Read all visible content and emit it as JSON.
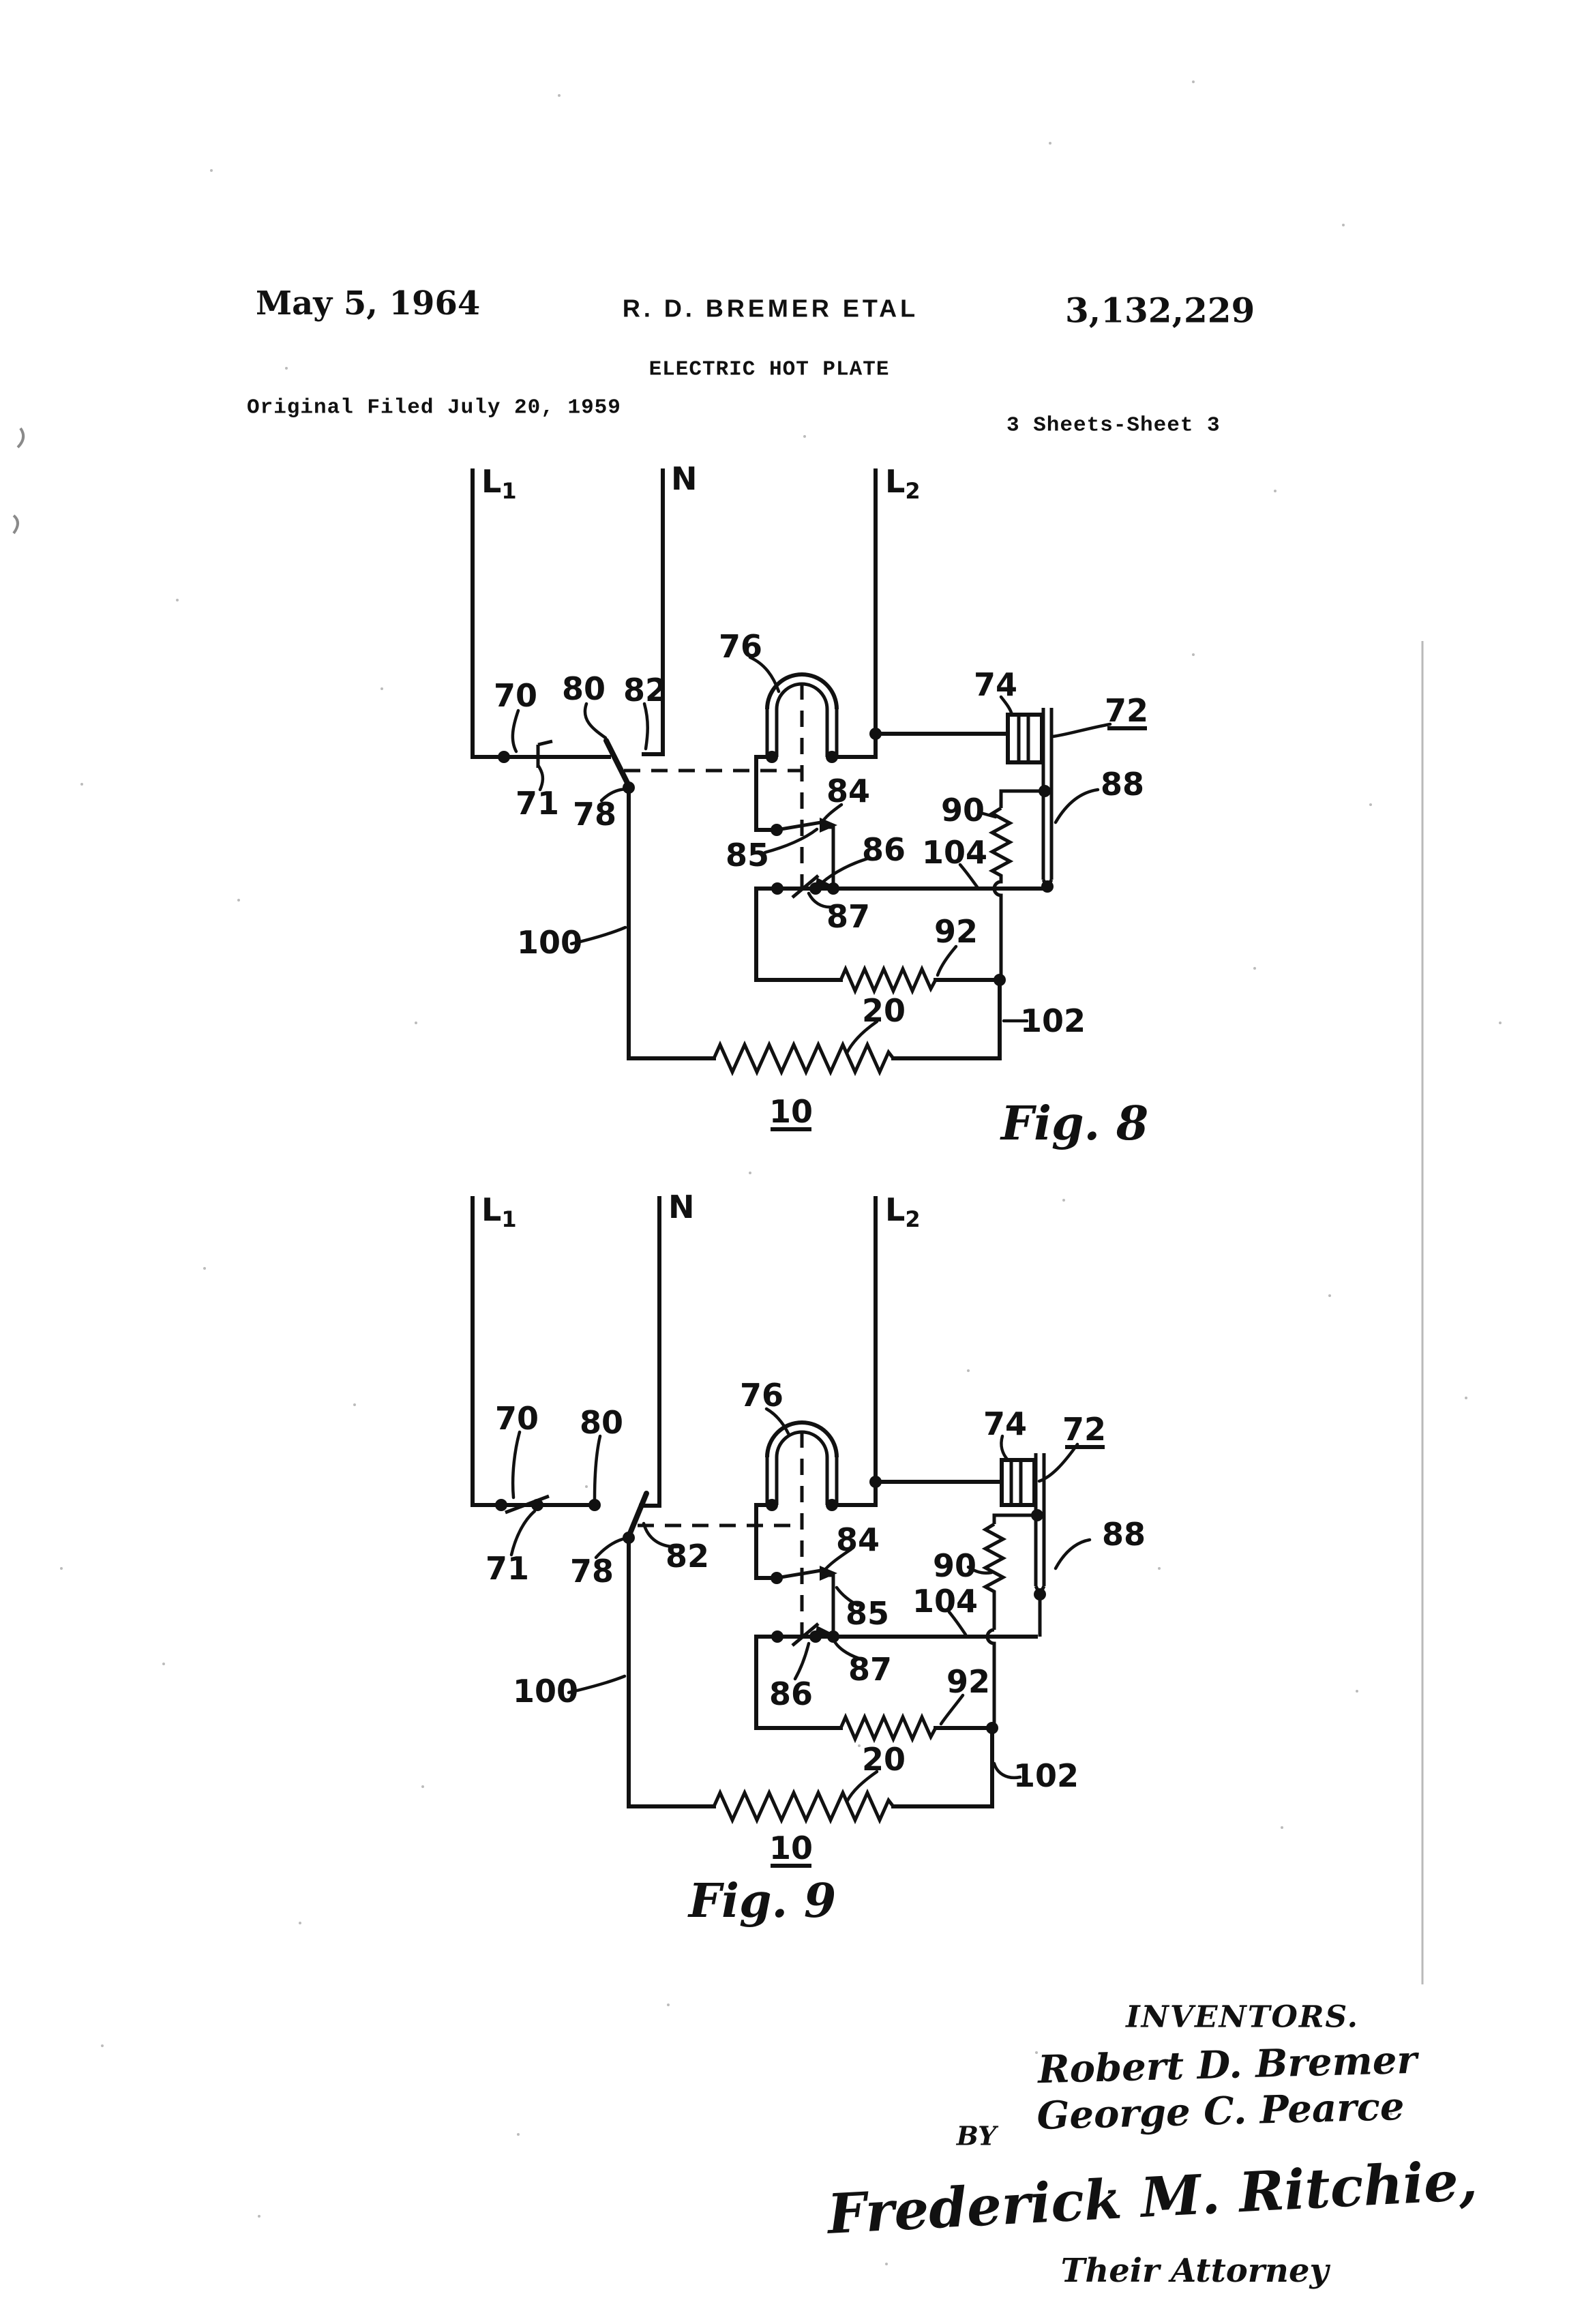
{
  "header": {
    "date": "May 5, 1964",
    "author": "R. D. BREMER ETAL",
    "patent_number": "3,132,229",
    "title": "ELECTRIC HOT PLATE",
    "filed": "Original Filed July 20, 1959",
    "sheet": "3 Sheets-Sheet 3"
  },
  "fig8": {
    "caption": "Fig. 8",
    "feeders": {
      "l": "L",
      "l1_sub": "1",
      "n": "N",
      "l2_sub": "2"
    },
    "refs": {
      "r70": "70",
      "r71": "71",
      "r78": "78",
      "r80": "80",
      "r82": "82",
      "r76": "76",
      "r74": "74",
      "r72": "72",
      "r88": "88",
      "r90": "90",
      "r84": "84",
      "r85": "85",
      "r86": "86",
      "r87": "87",
      "r104": "104",
      "r92": "92",
      "r100": "100",
      "r20": "20",
      "r102": "102",
      "r10": "10"
    }
  },
  "fig9": {
    "caption": "Fig. 9",
    "feeders": {
      "l": "L",
      "l1_sub": "1",
      "n": "N",
      "l2_sub": "2"
    },
    "refs": {
      "r70": "70",
      "r71": "71",
      "r78": "78",
      "r80": "80",
      "r82": "82",
      "r76": "76",
      "r74": "74",
      "r72": "72",
      "r88": "88",
      "r90": "90",
      "r84": "84",
      "r85": "85",
      "r86": "86",
      "r87": "87",
      "r104": "104",
      "r92": "92",
      "r100": "100",
      "r20": "20",
      "r102": "102",
      "r10": "10"
    }
  },
  "signature": {
    "heading": "INVENTORS.",
    "inventor_1": "Robert D. Bremer",
    "inventor_2": "George C. Pearce",
    "by": "BY",
    "attorney_signature": "Frederick M. Ritchie,",
    "attorney_title": "Their Attorney"
  }
}
